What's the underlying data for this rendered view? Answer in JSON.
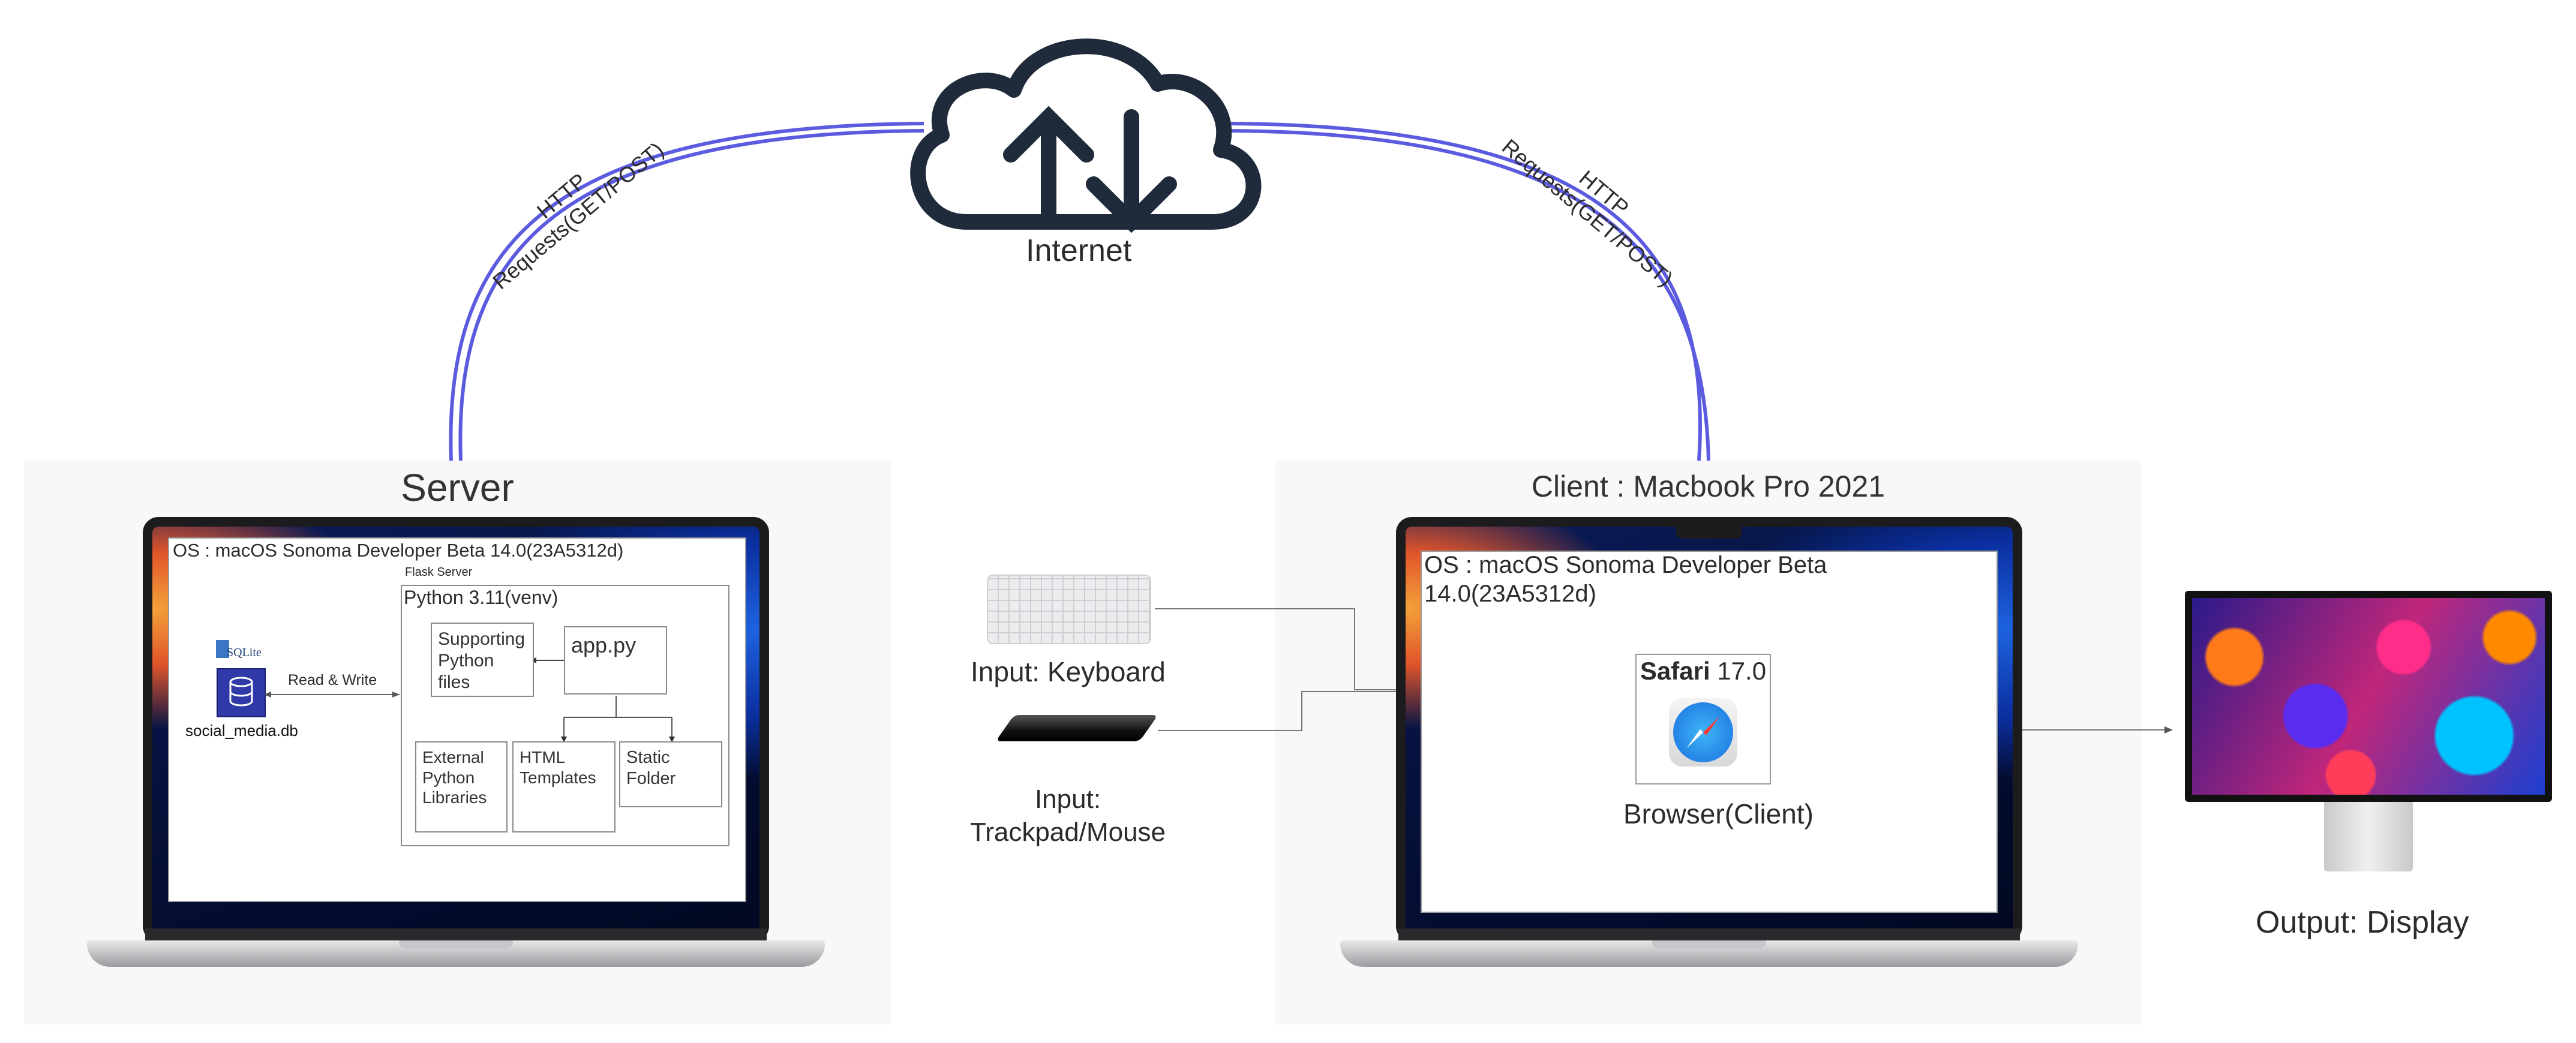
{
  "cloud": {
    "label": "Internet"
  },
  "links": {
    "left_label_line1": "HTTP",
    "left_label_line2": "Requests(GET/POST)",
    "right_label_line1": "HTTP",
    "right_label_line2": "Requests(GET/POST)"
  },
  "server": {
    "title": "Server",
    "os_label": "OS : macOS Sonoma Developer Beta 14.0(23A5312d)",
    "flask_label": "Flask Server",
    "python_label": "Python 3.11(venv)",
    "sqlite_logo": "SQLite",
    "db_label": "social_media.db",
    "read_write_label": "Read & Write",
    "supporting_files": "Supporting Python files",
    "app_py": "app.py",
    "external_libs": "External Python Libraries",
    "html_templates": "HTML Templates",
    "static_folder": "Static Folder"
  },
  "inputs": {
    "keyboard_label": "Input: Keyboard",
    "trackpad_label_line1": "Input:",
    "trackpad_label_line2": "Trackpad/Mouse"
  },
  "client": {
    "title": "Client : Macbook Pro 2021",
    "os_label_line1": "OS : macOS Sonoma Developer Beta",
    "os_label_line2": "14.0(23A5312d)",
    "safari_name": "Safari",
    "safari_version": "17.0",
    "browser_label": "Browser(Client)"
  },
  "output": {
    "label": "Output: Display"
  },
  "colors": {
    "link": "#5b5be0",
    "cloud": "#1f2a3a",
    "panel": "#f8f8f8"
  },
  "icons": [
    "cloud-upload-download-icon",
    "sqlite-database-icon",
    "keyboard-icon",
    "trackpad-icon",
    "safari-icon",
    "display-monitor-icon"
  ]
}
